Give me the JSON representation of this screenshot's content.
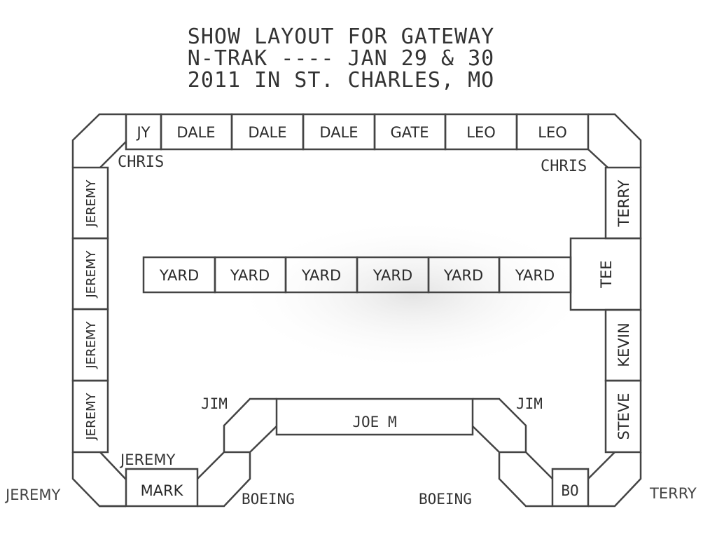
{
  "title": {
    "line1": "SHOW LAYOUT FOR GATEWAY",
    "line2": "N-TRAK ---- JAN 29 & 30",
    "line3": "2011 IN ST. CHARLES, MO"
  },
  "top_modules": [
    "JY",
    "DALE",
    "DALE",
    "DALE",
    "GATE",
    "LEO",
    "LEO"
  ],
  "left_modules": [
    "JEREMY",
    "JEREMY",
    "JEREMY",
    "JEREMY"
  ],
  "right_modules": [
    "TERRY",
    "KEVIN",
    "STEVE"
  ],
  "tee": "TEE",
  "yard_modules": [
    "YARD",
    "YARD",
    "YARD",
    "YARD",
    "YARD",
    "YARD"
  ],
  "center_module": "JOE M",
  "bottom_modules": {
    "left": "MARK",
    "right": "BO"
  },
  "corner_labels": {
    "top_left": "CHRIS",
    "top_right": "CHRIS",
    "bottom_left_inner": "JEREMY",
    "bottom_left_outer": "JEREMY",
    "bottom_right_outer": "TERRY",
    "boeing_left": "BOEING",
    "boeing_right": "BOEING",
    "jim_left": "JIM",
    "jim_right": "JIM"
  }
}
